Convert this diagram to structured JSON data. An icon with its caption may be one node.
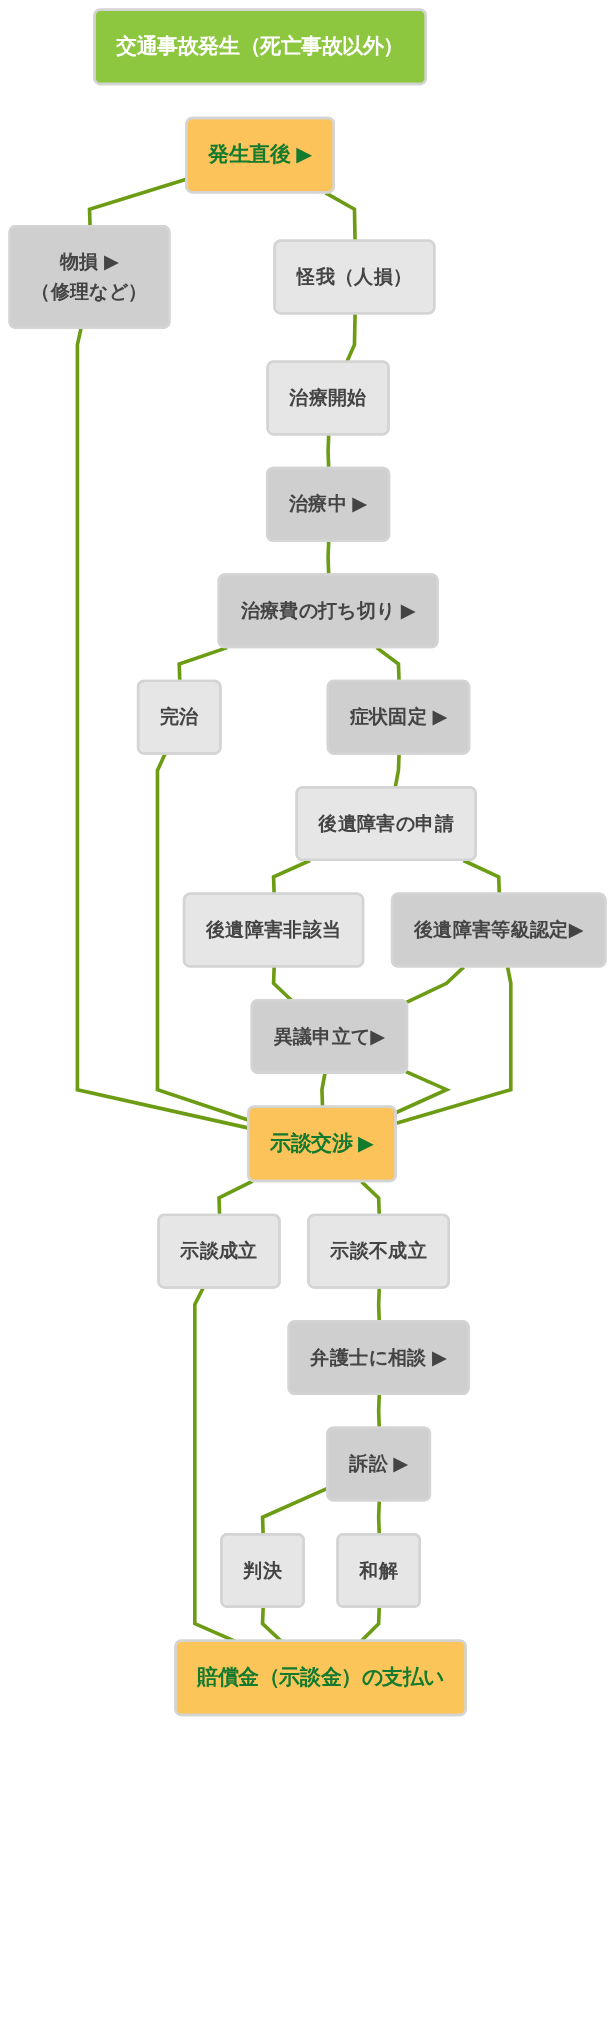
{
  "diagram": {
    "nodes": [
      {
        "text": [
          "交通事故発生（死亡事故以外）"
        ]
      },
      {
        "text": [
          "発生直後 ▶"
        ]
      },
      {
        "text": [
          "物損 ▶",
          "（修理など）"
        ]
      },
      {
        "text": [
          "怪我（人損）"
        ]
      },
      {
        "text": [
          "治療開始"
        ]
      },
      {
        "text": [
          "治療中 ▶"
        ]
      },
      {
        "text": [
          "治療費の打ち切り ▶"
        ]
      },
      {
        "text": [
          "完治"
        ]
      },
      {
        "text": [
          "症状固定 ▶"
        ]
      },
      {
        "text": [
          "後遺障害の申請"
        ]
      },
      {
        "text": [
          "後遺障害非該当"
        ]
      },
      {
        "text": [
          "後遺障害等級認定▶"
        ]
      },
      {
        "text": [
          "異議申立て▶"
        ]
      },
      {
        "text": [
          "示談交渉 ▶"
        ]
      },
      {
        "text": [
          "示談成立"
        ]
      },
      {
        "text": [
          "示談不成立"
        ]
      },
      {
        "text": [
          "弁護士に相談 ▶"
        ]
      },
      {
        "text": [
          "訴訟 ▶"
        ]
      },
      {
        "text": [
          "判決"
        ]
      },
      {
        "text": [
          "和解"
        ]
      },
      {
        "text": [
          "賠償金（示談金）の支払い"
        ]
      }
    ],
    "edges": [
      {
        "from": 1,
        "to": 2,
        "arrow": "none"
      },
      {
        "from": 1,
        "to": 3,
        "arrow": "none"
      },
      {
        "from": 2,
        "to": 13,
        "arrow": "none"
      },
      {
        "from": 3,
        "to": 4,
        "arrow": "none"
      },
      {
        "from": 4,
        "to": 5,
        "arrow": "none"
      },
      {
        "from": 5,
        "to": 6,
        "arrow": "none"
      },
      {
        "from": 6,
        "to": 7,
        "arrow": "none"
      },
      {
        "from": 6,
        "to": 8,
        "arrow": "none"
      },
      {
        "from": 7,
        "to": 13,
        "arrow": "none"
      },
      {
        "from": 8,
        "to": 9,
        "arrow": "none"
      },
      {
        "from": 9,
        "to": 10,
        "arrow": "none"
      },
      {
        "from": 9,
        "to": 11,
        "arrow": "none"
      },
      {
        "from": 10,
        "to": 12,
        "arrow": "none"
      },
      {
        "from": 11,
        "to": 12,
        "arrow": "none"
      },
      {
        "from": 11,
        "to": 13,
        "arrow": "none"
      },
      {
        "from": 12,
        "to": 13,
        "arrow": "none"
      },
      {
        "from": 12,
        "to": 13,
        "arrow": "none"
      },
      {
        "from": 13,
        "to": 14,
        "arrow": "none"
      },
      {
        "from": 13,
        "to": 15,
        "arrow": "none"
      },
      {
        "from": 14,
        "to": 20,
        "arrow": "none"
      },
      {
        "from": 15,
        "to": 16,
        "arrow": "none"
      },
      {
        "from": 16,
        "to": 17,
        "arrow": "none"
      },
      {
        "from": 17,
        "to": 18,
        "arrow": "none"
      },
      {
        "from": 17,
        "to": 19,
        "arrow": "none"
      },
      {
        "from": 18,
        "to": 20,
        "arrow": "none"
      },
      {
        "from": 19,
        "to": 20,
        "arrow": "none"
      }
    ]
  }
}
